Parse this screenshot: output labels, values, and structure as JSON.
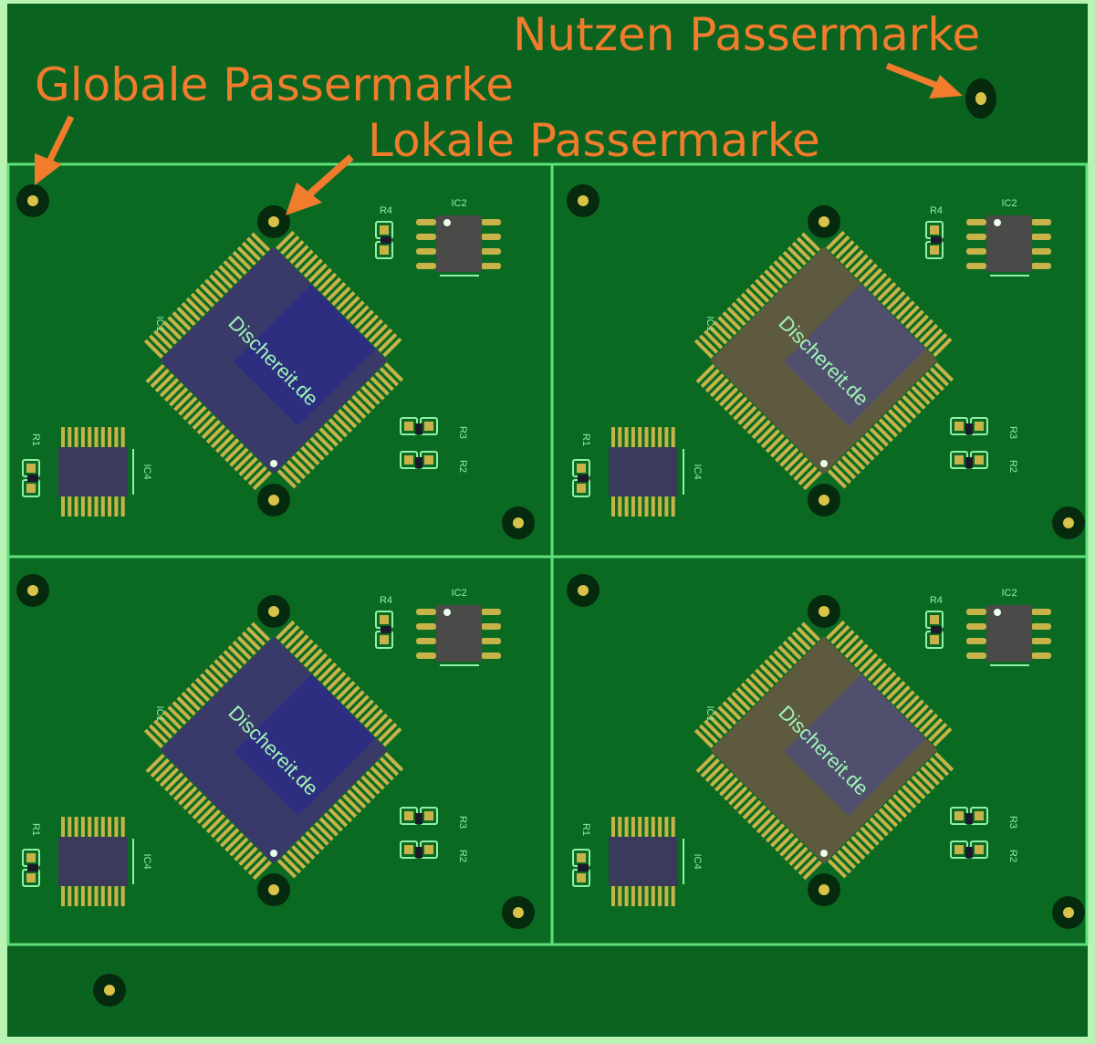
{
  "annotations": {
    "panel_fiducial": "Nutzen Passermarke",
    "global_fiducial": "Globale Passermarke",
    "local_fiducial": "Lokale Passermarke"
  },
  "panel": {
    "brand_text": "Dischereit.de",
    "designators": {
      "ic1": "IC1",
      "ic2": "IC2",
      "ic4": "IC4",
      "r1": "R1",
      "r2": "R2",
      "r3": "R3",
      "r4": "R4"
    }
  },
  "colors": {
    "annotation": "#f07c2c",
    "board": "#0b6a22",
    "silkscreen": "#8ff0a8",
    "pad": "#c8b24a",
    "border": "#b9f3b4"
  }
}
